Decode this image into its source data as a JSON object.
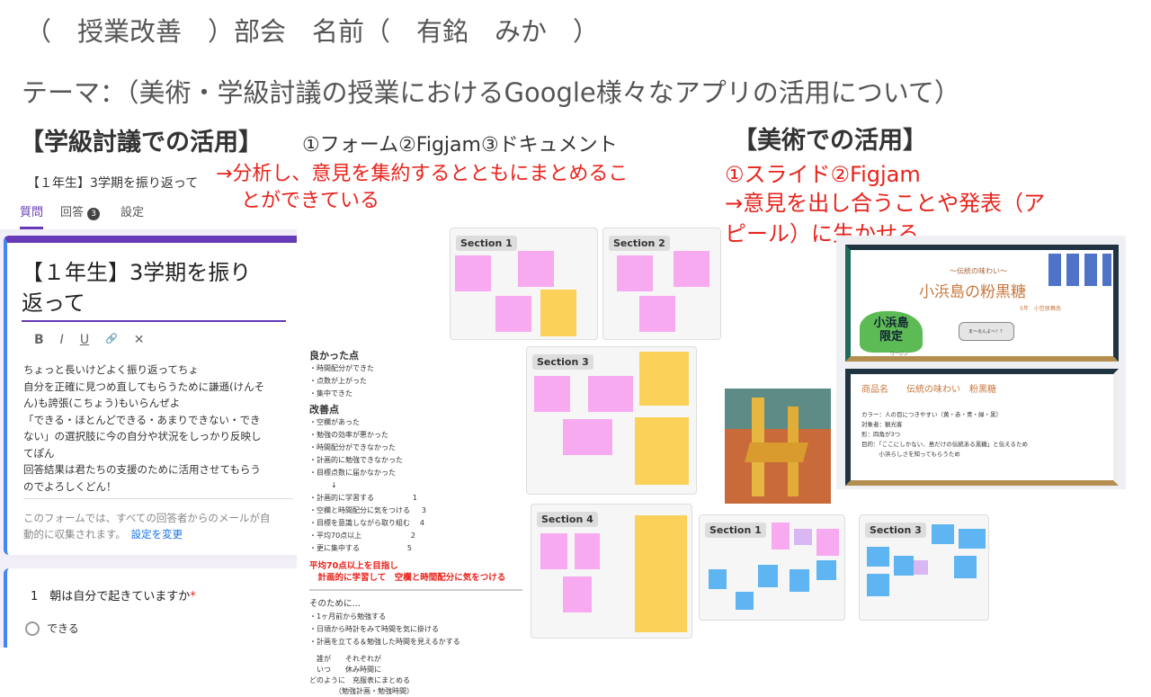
{
  "header": {
    "title": "（　授業改善　）部会　名前（　有銘　みか　）",
    "theme": "テーマ：（美術・学級討議の授業におけるGoogle様々なアプリの活用について）"
  },
  "class_discussion": {
    "heading": "【学級討議での活用】",
    "apps": "①フォーム②Figjam③ドキュメント",
    "note_lines": [
      "→分析し、意見を集約するとともにまとめるこ",
      "とができている"
    ]
  },
  "art": {
    "heading": "【美術での活用】",
    "apps": "①スライド②Figjam",
    "note_lines": [
      "→意見を出し合うことや発表（ア",
      "ピール）に生かせる"
    ]
  },
  "form": {
    "doc_title": "【１年生】3学期を振り返って",
    "tabs": [
      {
        "label": "質問"
      },
      {
        "label": "回答",
        "badge": "3"
      },
      {
        "label": "設定"
      }
    ],
    "title_lines": [
      "【１年生】3学期を振り",
      "返って"
    ],
    "toolbar": [
      "B",
      "I",
      "U",
      "🔗",
      "✕"
    ],
    "description": [
      "ちょっと長いけどよく振り返ってちょ",
      "自分を正確に見つめ直してもらうために謙遜(けんそ",
      "ん)も誇張(こちょう)もいらんぜよ",
      "「できる・ほとんどできる・あまりできない・でき",
      "ない」の選択肢に今の自分や状況をしっかり反映し",
      "てぽん",
      "回答結果は君たちの支援のために活用させてもらう",
      "のでよろしくどん！"
    ],
    "email_note": [
      "このフォームでは、すべての回答者からのメールが自",
      "動的に収集されます。"
    ],
    "email_link": "設定を変更",
    "question_num": "1",
    "question": "朝は自分で起きていますか",
    "required": "*",
    "option": "できる"
  },
  "doc": {
    "good_heading": "良かった点",
    "good": [
      "・時間配分ができた",
      "・点数が上がった",
      "・集中できた"
    ],
    "improve_heading": "改善点",
    "improve": [
      "・空欄があった",
      "・勉強の効率が悪かった",
      "・時間配分ができなかった",
      "・計画的に勉強できなかった",
      "・目標点数に届かなかった"
    ],
    "arrow": "↓",
    "ranked": [
      {
        "t": "・計画的に学習する",
        "r": "1"
      },
      {
        "t": "・空欄と時間配分に気をつける",
        "r": "3"
      },
      {
        "t": "・目標を意識しながら取り組む",
        "r": "4"
      },
      {
        "t": "・平均70点以上",
        "r": "2"
      },
      {
        "t": "・更に集中する",
        "r": "5"
      }
    ],
    "goal": [
      "平均70点以上を目指し",
      "　計画的に学習して　空欄と時間配分に気をつける"
    ],
    "then_heading": "そのために…",
    "then": [
      "・1ヶ月前から勉強する",
      "・日頃から時計をみて時間を気に掛ける",
      "・計画を立てる＆勉強した時間を見えるかする"
    ],
    "plan": [
      "　誰が　　それぞれが",
      "　いつ　　休み時間に",
      "どのように　充服表にまとめる",
      "　　　　（勉強計画・勉強時間）"
    ]
  },
  "figjam": {
    "sections": [
      "Section 1",
      "Section 2",
      "Section 3",
      "Section 4",
      "Section 1",
      "Section 3"
    ]
  },
  "slides": {
    "subtitle": "～伝統の味わい～",
    "title": "小浜島の粉黒糖",
    "author": "5年　小笠原舞南",
    "stamp": [
      "小浜島",
      "限定"
    ],
    "bubble": "ま～るんよ～！？",
    "caption": "ウージン",
    "product_label": "商品名",
    "product_name": "伝統の味わい　粉黒糖",
    "details": [
      "カラー：人の目につきやすい（黄・赤・青・緑・黒）",
      "対象者：観光客",
      "形：四角が3つ",
      "目的：「ここにしかない、島だけの伝統ある黒糖」と伝えるため",
      "　　　小浜らしさを知ってもらうため"
    ]
  }
}
